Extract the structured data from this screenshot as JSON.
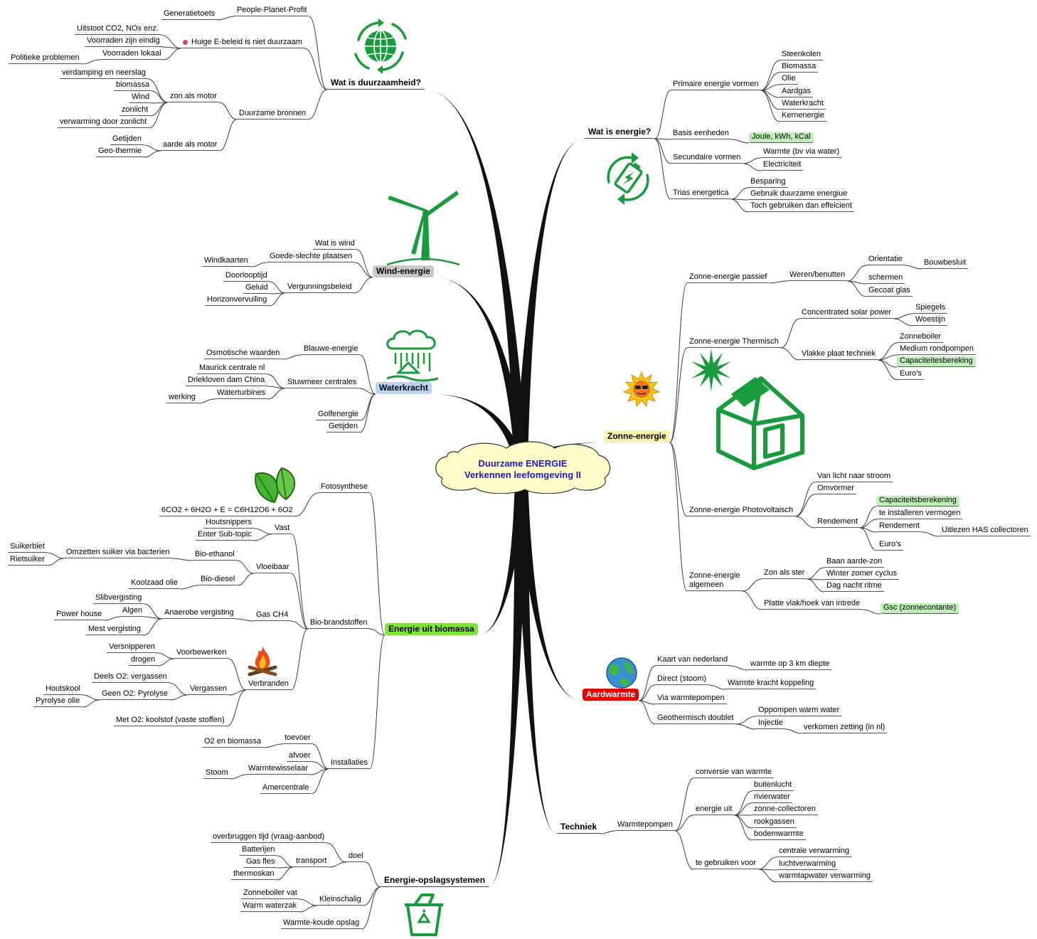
{
  "center": {
    "line1": "Duurzame ENERGIE",
    "line2": "Verkennen leefomgeving II"
  },
  "colors": {
    "green_icon": "#189b3d",
    "wind_bg": "#c8c8c8",
    "water_bg": "#b8d4f2",
    "zonne_bg": "#fbf3a8",
    "biomassa_bg": "#7fe33a",
    "aard_bg": "#e30000",
    "highlight_bg": "#bff0b8",
    "center_fill": "#fffbc9",
    "center_text": "#1a1acc"
  },
  "icons": [
    "globe-recycle-icon",
    "battery-recycle-icon",
    "wind-turbine-icon",
    "rain-house-icon",
    "sun-with-sunglasses-icon",
    "sunburst-icon",
    "solar-house-icon",
    "leaves-icon",
    "globe-earth-icon",
    "campfire-icon",
    "recycle-bin-icon"
  ],
  "branches": [
    {
      "id": "b1",
      "label": "Wat is duurzaamheid?",
      "style": "plain"
    },
    {
      "id": "b2",
      "label": "Wat is energie?",
      "style": "plain"
    },
    {
      "id": "b3",
      "label": "Wind-energie",
      "style": "wind"
    },
    {
      "id": "b4",
      "label": "Waterkracht",
      "style": "water"
    },
    {
      "id": "b5",
      "label": "Zonne-energie",
      "style": "zonne"
    },
    {
      "id": "b6",
      "label": "Energie uit biomassa",
      "style": "biomassa"
    },
    {
      "id": "b7",
      "label": "Aardwarmte",
      "style": "aard"
    },
    {
      "id": "b8",
      "label": "Techniek",
      "style": "plain"
    },
    {
      "id": "b9",
      "label": "Energie-opslagsystemen",
      "style": "plain"
    }
  ],
  "nodes": [
    {
      "id": "n1",
      "label": "People-Planet-Profit",
      "parent": "b1"
    },
    {
      "id": "n2",
      "label": "Generatietoets",
      "parent": "n1"
    },
    {
      "id": "n3",
      "label": "Huige E-beleid is niet duurzaam",
      "parent": "b1",
      "marker": true
    },
    {
      "id": "n4",
      "label": "Uitstoot CO2, NOx enz.",
      "parent": "n3"
    },
    {
      "id": "n5",
      "label": "Voorraden zijn eindig",
      "parent": "n3"
    },
    {
      "id": "n6",
      "label": "Voorraden lokaal",
      "parent": "n3"
    },
    {
      "id": "n7",
      "label": "Politieke problemen",
      "parent": "n6"
    },
    {
      "id": "n8",
      "label": "Duurzame bronnen",
      "parent": "b1"
    },
    {
      "id": "n9",
      "label": "zon als motor",
      "parent": "n8"
    },
    {
      "id": "n10",
      "label": "verdamping en neerslag",
      "parent": "n9"
    },
    {
      "id": "n11",
      "label": "biomassa",
      "parent": "n9"
    },
    {
      "id": "n12",
      "label": "Wind",
      "parent": "n9"
    },
    {
      "id": "n13",
      "label": "zonlicht",
      "parent": "n9"
    },
    {
      "id": "n14",
      "label": "verwarming door zonlicht",
      "parent": "n9"
    },
    {
      "id": "n15",
      "label": "aarde als motor",
      "parent": "n8"
    },
    {
      "id": "n16",
      "label": "Getijden",
      "parent": "n15"
    },
    {
      "id": "n17",
      "label": "Geo-thermie",
      "parent": "n15"
    },
    {
      "id": "n18",
      "label": "Primaire energie vormen",
      "parent": "b2"
    },
    {
      "id": "n19",
      "label": "Steenkolen",
      "parent": "n18"
    },
    {
      "id": "n20",
      "label": "Biomassa",
      "parent": "n18"
    },
    {
      "id": "n21",
      "label": "Olie",
      "parent": "n18"
    },
    {
      "id": "n22",
      "label": "Aardgas",
      "parent": "n18"
    },
    {
      "id": "n23",
      "label": "Waterkracht",
      "parent": "n18"
    },
    {
      "id": "n24",
      "label": "Kernenergie",
      "parent": "n18"
    },
    {
      "id": "n25",
      "label": "Basis eenheden",
      "parent": "b2"
    },
    {
      "id": "n26",
      "label": "Joule, kWh, kCal",
      "parent": "n25",
      "highlight": true
    },
    {
      "id": "n27",
      "label": "Secundaire vormen",
      "parent": "b2"
    },
    {
      "id": "n28",
      "label": "Warmte (bv via water)",
      "parent": "n27"
    },
    {
      "id": "n29",
      "label": "Electriciteit",
      "parent": "n27"
    },
    {
      "id": "n30",
      "label": "Trias energetica",
      "parent": "b2"
    },
    {
      "id": "n31",
      "label": "Besparing",
      "parent": "n30"
    },
    {
      "id": "n32",
      "label": "Gebruik duurzame energiue",
      "parent": "n30"
    },
    {
      "id": "n33",
      "label": "Toch gebruiken dan effeicient",
      "parent": "n30"
    },
    {
      "id": "n34",
      "label": "Wat is wind",
      "parent": "b3"
    },
    {
      "id": "n35",
      "label": "Goede-slechte plaatsen",
      "parent": "b3"
    },
    {
      "id": "n36",
      "label": "Windkaarten",
      "parent": "n35"
    },
    {
      "id": "n37",
      "label": "Vergunningsbeleid",
      "parent": "b3"
    },
    {
      "id": "n38",
      "label": "Doorlooptijd",
      "parent": "n37"
    },
    {
      "id": "n39",
      "label": "Geluid",
      "parent": "n37"
    },
    {
      "id": "n40",
      "label": "Horizonvervuiling",
      "parent": "n37"
    },
    {
      "id": "n41",
      "label": "Blauwe-energie",
      "parent": "b4"
    },
    {
      "id": "n42",
      "label": "Osmotische waarden",
      "parent": "n41"
    },
    {
      "id": "n43",
      "label": "Stuwmeer centrales",
      "parent": "b4"
    },
    {
      "id": "n44",
      "label": "Maurick centrale nl",
      "parent": "n43"
    },
    {
      "id": "n45",
      "label": "Driekloven dam China",
      "parent": "n43"
    },
    {
      "id": "n46",
      "label": "Waterturbines",
      "parent": "n43"
    },
    {
      "id": "n47",
      "label": "werking",
      "parent": "n46"
    },
    {
      "id": "n48",
      "label": "Golfenergie",
      "parent": "b4"
    },
    {
      "id": "n49",
      "label": "Getijden",
      "parent": "b4"
    },
    {
      "id": "n50",
      "label": "Zonne-energie passief",
      "parent": "b5"
    },
    {
      "id": "n51",
      "label": "Weren/benutten",
      "parent": "n50"
    },
    {
      "id": "n52",
      "label": "Orientatie",
      "parent": "n51"
    },
    {
      "id": "n53",
      "label": "Bouwbesluit",
      "parent": "n52"
    },
    {
      "id": "n54",
      "label": "schermen",
      "parent": "n51"
    },
    {
      "id": "n55",
      "label": "Gecoat glas",
      "parent": "n51"
    },
    {
      "id": "n56",
      "label": "Zonne-energie Thermisch",
      "parent": "b5"
    },
    {
      "id": "n57",
      "label": "Concentrated solar power",
      "parent": "n56"
    },
    {
      "id": "n58",
      "label": "Spiegels",
      "parent": "n57"
    },
    {
      "id": "n59",
      "label": "Woestijn",
      "parent": "n57"
    },
    {
      "id": "n60",
      "label": "Vlakke plaat techniek",
      "parent": "n56"
    },
    {
      "id": "n61",
      "label": "Zonneboiler",
      "parent": "n60"
    },
    {
      "id": "n62",
      "label": "Medium rondpompen",
      "parent": "n60"
    },
    {
      "id": "n63",
      "label": "Capaciteitesbereking",
      "parent": "n60",
      "highlight": true
    },
    {
      "id": "n64",
      "label": "Euro's",
      "parent": "n60"
    },
    {
      "id": "n65",
      "label": "Zonne-energie Photovoltaisch",
      "parent": "b5"
    },
    {
      "id": "n66",
      "label": "Van licht naar stroom",
      "parent": "n65"
    },
    {
      "id": "n67",
      "label": "Omvormer",
      "parent": "n65"
    },
    {
      "id": "n68",
      "label": "Rendement",
      "parent": "n65"
    },
    {
      "id": "n69",
      "label": "Capaciteitsberekening",
      "parent": "n68",
      "highlight": true
    },
    {
      "id": "n70",
      "label": "te installeren vermogen",
      "parent": "n68"
    },
    {
      "id": "n71",
      "label": "Rendement",
      "parent": "n68"
    },
    {
      "id": "n72",
      "label": "Uitlezen HAS collectoren",
      "parent": "n71"
    },
    {
      "id": "n73",
      "label": "Euro's",
      "parent": "n68"
    },
    {
      "id": "n74",
      "label": "Zonne-energie",
      "parent": "b5",
      "line2": "algemeen"
    },
    {
      "id": "n75",
      "label": "Zon als ster",
      "parent": "n74"
    },
    {
      "id": "n76",
      "label": "Baan aarde-zon",
      "parent": "n75"
    },
    {
      "id": "n77",
      "label": "Winter zomer cyclus",
      "parent": "n75"
    },
    {
      "id": "n78",
      "label": "Dag nacht ritme",
      "parent": "n75"
    },
    {
      "id": "n79",
      "label": "Platte vlak/hoek van intrede",
      "parent": "n74"
    },
    {
      "id": "n80",
      "label": "Gsc (zonnecontante)",
      "parent": "n79",
      "highlight": true
    },
    {
      "id": "n81",
      "label": "Fotosynthese",
      "parent": "b6"
    },
    {
      "id": "n82",
      "label": "6CO2 + 6H2O + E = C6H12O6 + 6O2",
      "parent": "n81"
    },
    {
      "id": "n83",
      "label": "Bio-brandstoffen",
      "parent": "b6"
    },
    {
      "id": "n84",
      "label": "Vast",
      "parent": "n83"
    },
    {
      "id": "n85",
      "label": "Houtsnippers",
      "parent": "n84"
    },
    {
      "id": "n86",
      "label": "Enter Sub-topic",
      "parent": "n84"
    },
    {
      "id": "n87",
      "label": "Vloeibaar",
      "parent": "n83"
    },
    {
      "id": "n88",
      "label": "Bio-ethanol",
      "parent": "n87"
    },
    {
      "id": "n89",
      "label": "Omzetten suiker via bacterien",
      "parent": "n88"
    },
    {
      "id": "n90",
      "label": "Suikerbiet",
      "parent": "n89"
    },
    {
      "id": "n91",
      "label": "Rietsuiker",
      "parent": "n89"
    },
    {
      "id": "n92",
      "label": "Bio-diesel",
      "parent": "n87"
    },
    {
      "id": "n93",
      "label": "Koolzaad olie",
      "parent": "n92"
    },
    {
      "id": "n94",
      "label": "Gas CH4",
      "parent": "n83"
    },
    {
      "id": "n95",
      "label": "Anaerobe vergisting",
      "parent": "n94"
    },
    {
      "id": "n96",
      "label": "Slibvergisting",
      "parent": "n95"
    },
    {
      "id": "n97",
      "label": "Algen",
      "parent": "n95"
    },
    {
      "id": "n98",
      "label": "Power house",
      "parent": "n97"
    },
    {
      "id": "n99",
      "label": "Mest vergisting",
      "parent": "n95"
    },
    {
      "id": "n100",
      "label": "Verbranden",
      "parent": "n83"
    },
    {
      "id": "n101",
      "label": "Voorbewerken",
      "parent": "n100"
    },
    {
      "id": "n102",
      "label": "Versnipperen",
      "parent": "n101"
    },
    {
      "id": "n103",
      "label": "drogen",
      "parent": "n101"
    },
    {
      "id": "n104",
      "label": "Vergassen",
      "parent": "n100"
    },
    {
      "id": "n105",
      "label": "Deels O2: vergassen",
      "parent": "n104"
    },
    {
      "id": "n106",
      "label": "Geen O2: Pyrolyse",
      "parent": "n104"
    },
    {
      "id": "n107",
      "label": "Houtskool",
      "parent": "n106"
    },
    {
      "id": "n108",
      "label": "Pyrolyse olie",
      "parent": "n106"
    },
    {
      "id": "n109",
      "label": "Met O2: koolstof (vaste stoffen)",
      "parent": "n100"
    },
    {
      "id": "n110",
      "label": "Installaties",
      "parent": "b6"
    },
    {
      "id": "n111",
      "label": "toevoer",
      "parent": "n110"
    },
    {
      "id": "n112",
      "label": "O2 en biomassa",
      "parent": "n111"
    },
    {
      "id": "n113",
      "label": "afvoer",
      "parent": "n110"
    },
    {
      "id": "n114",
      "label": "Warmtewisselaar",
      "parent": "n110"
    },
    {
      "id": "n115",
      "label": "Stoom",
      "parent": "n114"
    },
    {
      "id": "n116",
      "label": "Amercentrale",
      "parent": "n110"
    },
    {
      "id": "n117",
      "label": "Kaart van nederland",
      "parent": "b7"
    },
    {
      "id": "n118",
      "label": "warmte op 3 km diepte",
      "parent": "n117"
    },
    {
      "id": "n119",
      "label": "Direct (stoom)",
      "parent": "b7"
    },
    {
      "id": "n120",
      "label": "Warmte kracht koppeling",
      "parent": "n119"
    },
    {
      "id": "n121",
      "label": "Via warmtepompen",
      "parent": "b7"
    },
    {
      "id": "n122",
      "label": "Geothermisch doublet",
      "parent": "b7"
    },
    {
      "id": "n123",
      "label": "Oppompen warm water",
      "parent": "n122"
    },
    {
      "id": "n124",
      "label": "Injectie",
      "parent": "n122"
    },
    {
      "id": "n125",
      "label": "verkomen zetting (in nl)",
      "parent": "n124"
    },
    {
      "id": "n126",
      "label": "Warmtepompen",
      "parent": "b8"
    },
    {
      "id": "n127",
      "label": "conversie van warmte",
      "parent": "n126"
    },
    {
      "id": "n128",
      "label": "energie uit",
      "parent": "n126"
    },
    {
      "id": "n129",
      "label": "buitenlucht",
      "parent": "n128"
    },
    {
      "id": "n130",
      "label": "rivierwater",
      "parent": "n128"
    },
    {
      "id": "n131",
      "label": "zonne-collectoren",
      "parent": "n128"
    },
    {
      "id": "n132",
      "label": "rookgassen",
      "parent": "n128"
    },
    {
      "id": "n133",
      "label": "bodemwarmte",
      "parent": "n128"
    },
    {
      "id": "n134",
      "label": "te gebruiken voor",
      "parent": "n126"
    },
    {
      "id": "n135",
      "label": "centrale verwarming",
      "parent": "n134"
    },
    {
      "id": "n136",
      "label": "luchtverwarming",
      "parent": "n134"
    },
    {
      "id": "n137",
      "label": "warmtapwater verwarming",
      "parent": "n134"
    },
    {
      "id": "n138",
      "label": "doel",
      "parent": "b9"
    },
    {
      "id": "n139",
      "label": "overbruggen tijd (vraag-aanbod)",
      "parent": "n138"
    },
    {
      "id": "n140",
      "label": "transport",
      "parent": "n138"
    },
    {
      "id": "n141",
      "label": "Batterijen",
      "parent": "n140"
    },
    {
      "id": "n142",
      "label": "Gas fles",
      "parent": "n140"
    },
    {
      "id": "n143",
      "label": "thermoskan",
      "parent": "n140"
    },
    {
      "id": "n144",
      "label": "Kleinschalig",
      "parent": "b9"
    },
    {
      "id": "n145",
      "label": "Zonneboiler vat",
      "parent": "n144"
    },
    {
      "id": "n146",
      "label": "Warm waterzak",
      "parent": "n144"
    },
    {
      "id": "n147",
      "label": "Warmte-koude opslag",
      "parent": "b9"
    }
  ]
}
